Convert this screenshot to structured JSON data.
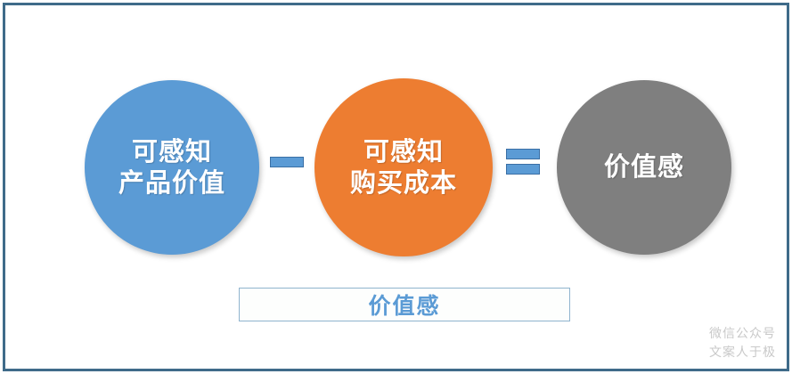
{
  "diagram": {
    "title": "",
    "type": "value-equation",
    "colors": {
      "blue": "#5B9BD5",
      "orange": "#ED7D31",
      "gray": "#7F7F7F",
      "frame_border": "#3F6B8A",
      "box_border": "#8FB4CE",
      "watermark": "#C9C9C9"
    },
    "nodes": [
      {
        "id": "perceived-product-value",
        "line1": "可感知",
        "line2": "产品价值",
        "color": "#5B9BD5"
      },
      {
        "id": "perceived-purchase-cost",
        "line1": "可感知",
        "line2": "购买成本",
        "color": "#ED7D31"
      },
      {
        "id": "value-perception",
        "line1": "价值感",
        "line2": "",
        "color": "#7F7F7F"
      }
    ],
    "operators": {
      "minus": "−",
      "equals": "="
    },
    "result_box": {
      "label": "价值感"
    }
  },
  "watermark": {
    "line1": "微信公众号",
    "line2": "文案人于极"
  }
}
